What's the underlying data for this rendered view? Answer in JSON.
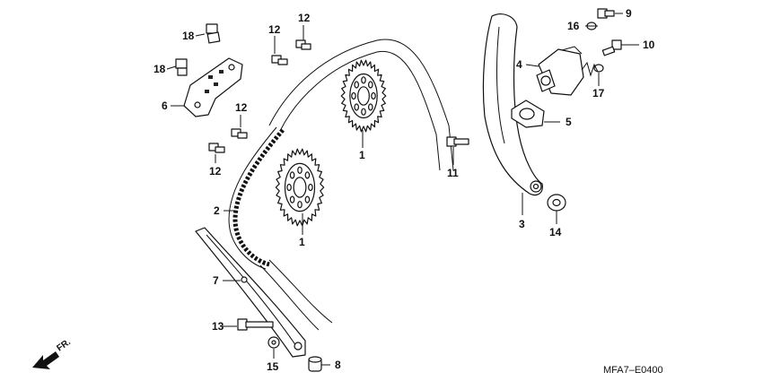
{
  "diagram_code": "MFA7–E0400",
  "direction_label": "FR.",
  "callouts": {
    "sprocket_upper": "1",
    "sprocket_lower": "1",
    "cam_chain": "2",
    "tensioner_arm": "3",
    "tensioner_lifter": "4",
    "lifter_gasket": "5",
    "guide_plate": "6",
    "chain_guide": "7",
    "collar": "8",
    "bolt_9": "9",
    "bolt_10": "10",
    "bolt_11": "11",
    "bolt_12_a": "12",
    "bolt_12_b": "12",
    "bolt_12_c": "12",
    "bolt_12_d": "12",
    "bolt_13": "13",
    "washer_14": "14",
    "washer_15": "15",
    "washer_16": "16",
    "washer_17": "17",
    "bolt_18_a": "18",
    "bolt_18_b": "18"
  },
  "colors": {
    "line": "#111111",
    "background": "#ffffff"
  }
}
